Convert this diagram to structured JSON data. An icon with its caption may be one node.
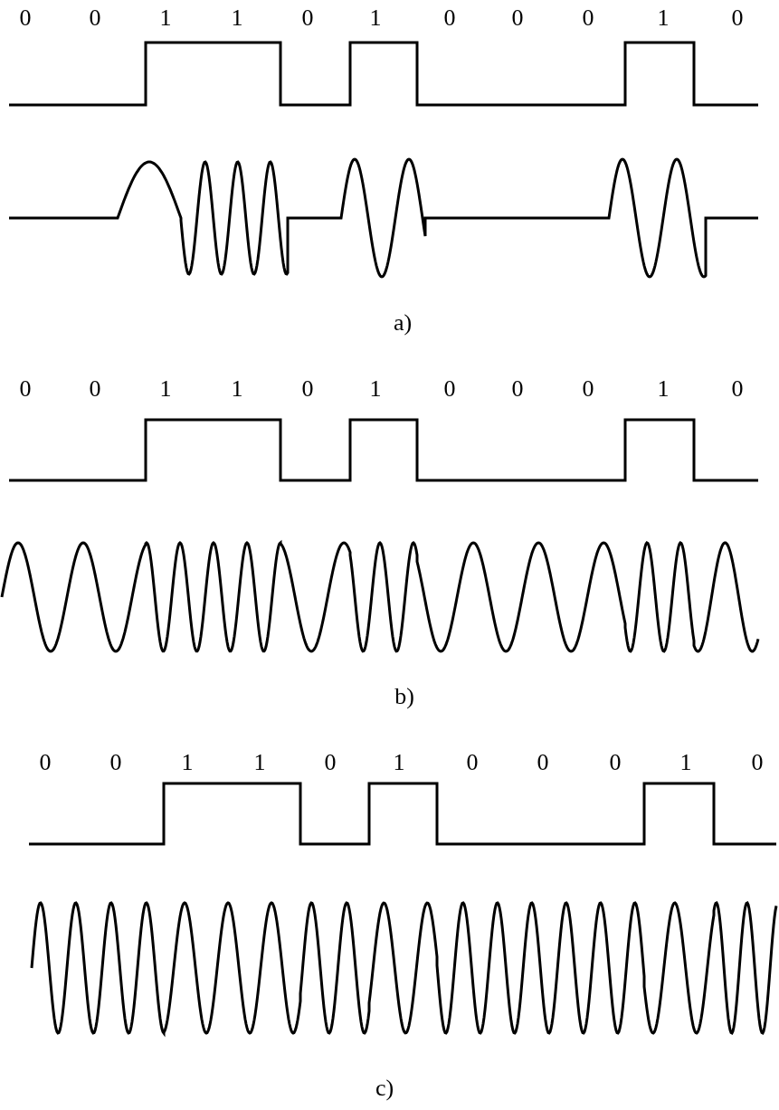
{
  "diagram": {
    "labels": [
      "0",
      "0",
      "1",
      "1",
      "0",
      "1",
      "0",
      "0",
      "0",
      "1",
      "0",
      "a)",
      "0",
      "0",
      "1",
      "1",
      "0",
      "1",
      "0",
      "0",
      "0",
      "1",
      "0",
      "b)",
      "0",
      "0",
      "1",
      "1",
      "0",
      "1",
      "0",
      "0",
      "0",
      "1",
      "0",
      "c)"
    ]
  }
}
